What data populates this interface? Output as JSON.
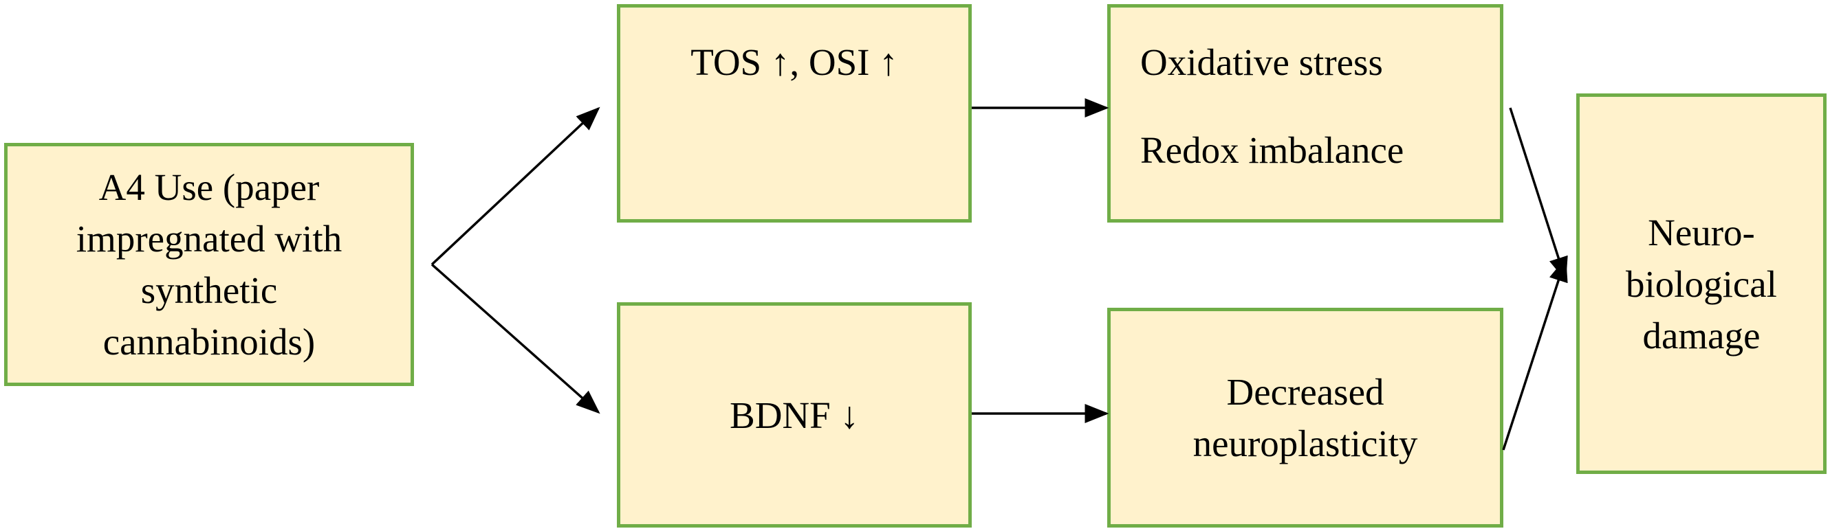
{
  "nodes": {
    "start": {
      "lines": [
        "A4 Use (paper",
        "impregnated with",
        "synthetic",
        "cannabinoids)"
      ]
    },
    "tos_osi": {
      "lines": [
        "TOS ↑, OSI ↑"
      ]
    },
    "bdnf": {
      "lines": [
        "BDNF ↓"
      ]
    },
    "oxidative": {
      "lines": [
        "Oxidative stress",
        "Redox imbalance"
      ]
    },
    "neuroplasticity": {
      "lines": [
        "Decreased",
        "neuroplasticity"
      ]
    },
    "damage": {
      "lines": [
        "Neuro-",
        "biological",
        "damage"
      ]
    }
  },
  "colors": {
    "box_fill": "#fff2cc",
    "box_border": "#70ad47",
    "arrow": "#000000"
  }
}
